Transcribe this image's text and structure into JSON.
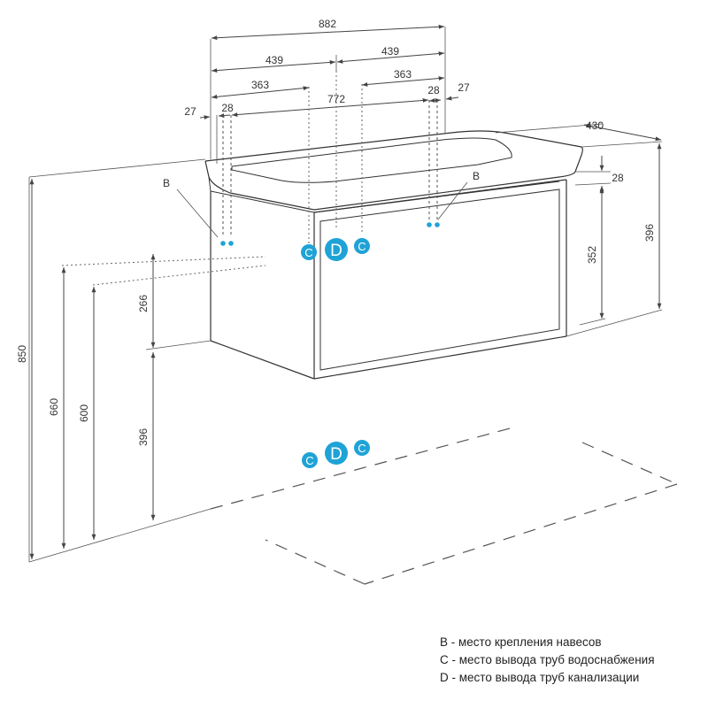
{
  "dimensions": {
    "total_width": "882",
    "half_left": "439",
    "half_right": "439",
    "offset_left": "363",
    "offset_right": "363",
    "inner_width": "772",
    "edge_left_a": "27",
    "edge_left_b": "28",
    "edge_right_a": "28",
    "edge_right_b": "27",
    "depth": "430",
    "basin_rim": "28",
    "basin_height": "396",
    "cabinet_height": "352",
    "pipe_gap": "266",
    "cabinet_bottom": "396",
    "total_height": "850",
    "height_c": "660",
    "height_d": "600"
  },
  "callouts": {
    "b_left": "B",
    "b_right": "B"
  },
  "markers": {
    "c": "C",
    "d": "D"
  },
  "colors": {
    "marker": "#1fa3d6",
    "ink": "#333333"
  },
  "legend": {
    "b": "B - место крепления навесов",
    "c": "C - место вывода труб водоснабжения",
    "d": "D - место вывода труб канализации"
  }
}
